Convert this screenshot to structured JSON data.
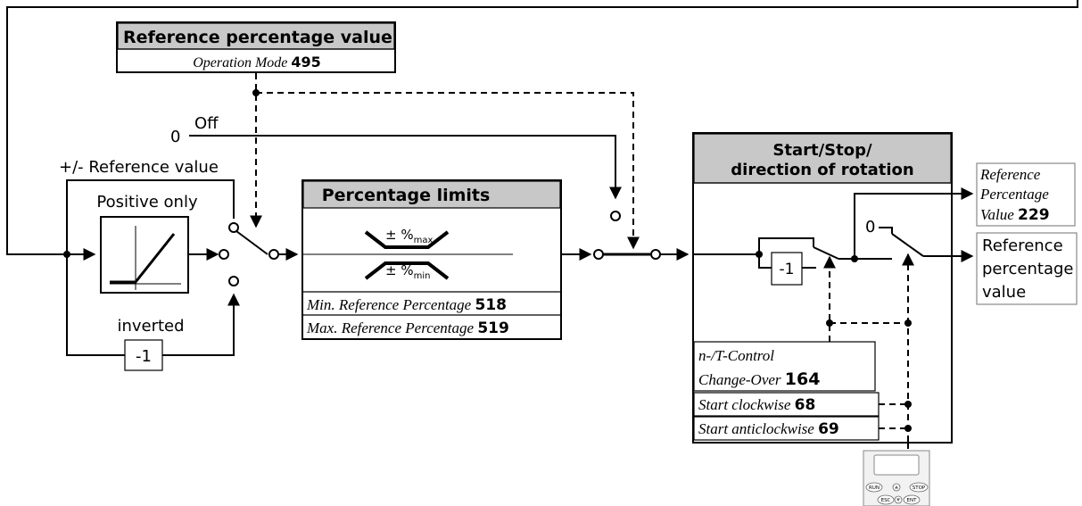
{
  "mode_box": {
    "title": "Reference percentage value",
    "param_label": "Operation Mode",
    "param_number": "495"
  },
  "switch_inputs": {
    "zero": "0",
    "off": "Off",
    "plus_minus": "+/- Reference value",
    "positive_only": "Positive only",
    "inverted": "inverted",
    "minus_one": "-1"
  },
  "limits_box": {
    "title": "Percentage limits",
    "max_symbol": "± %",
    "max_sub": "max",
    "min_symbol": "± %",
    "min_sub": "min",
    "min_param_label": "Min. Reference Percentage",
    "min_param_number": "518",
    "max_param_label": "Max. Reference Percentage",
    "max_param_number": "519"
  },
  "startstop_box": {
    "title_line1": "Start/Stop/",
    "title_line2": "direction of rotation",
    "minus_one": "-1",
    "zero": "0",
    "control_label_line1": "n-/T-Control",
    "control_label_line2": "Change-Over",
    "control_number": "164",
    "cw_label": "Start clockwise",
    "cw_number": "68",
    "acw_label": "Start anticlockwise",
    "acw_number": "69"
  },
  "outputs": {
    "param_line1": "Reference",
    "param_line2": "Percentage",
    "param_line3": "Value",
    "param_number": "229",
    "out_line1": "Reference",
    "out_line2": "percentage",
    "out_line3": "value"
  },
  "keypad": {
    "run": "RUN",
    "stop": "STOP",
    "esc": "ESC",
    "ent": "ENT",
    "up_icon": "up-arrow-icon",
    "down_icon": "down-arrow-icon"
  }
}
